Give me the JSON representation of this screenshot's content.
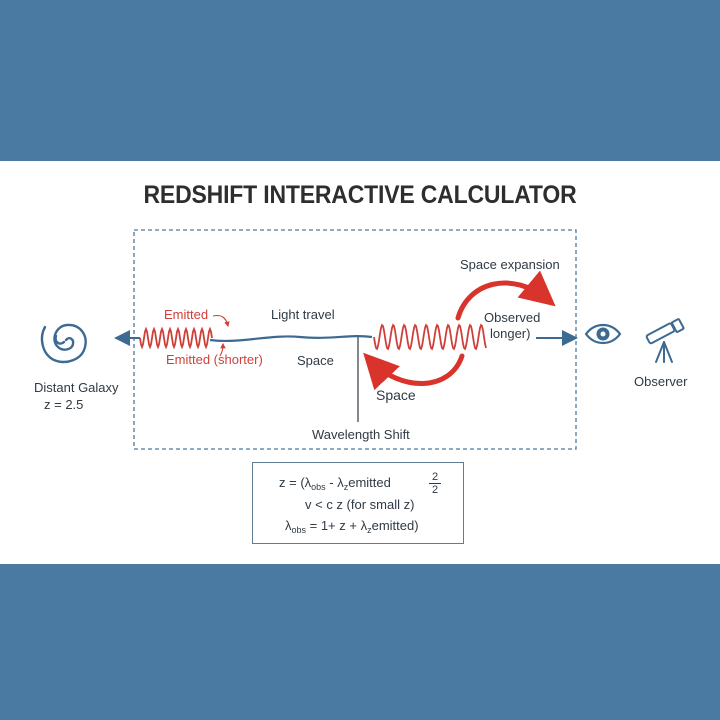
{
  "title": "REDSHIFT INTERACTIVE CALCULATOR",
  "labels": {
    "emitted": "Emitted",
    "emitted_shorter": "Emitted (shorter)",
    "light_travel": "Light travel",
    "space_mid": "Space",
    "space_lower": "Space",
    "space_expansion": "Space expansion",
    "observed": "Observed",
    "longer": "longer)",
    "wavelength_shift": "Wavelength Shift",
    "galaxy_name": "Distant Galaxy",
    "galaxy_z": "z = 2.5",
    "observer": "Observer"
  },
  "formula": {
    "line1_pre": "z = (λ",
    "line1_sub1": "obs",
    "line1_mid": " - λ",
    "line1_sub2": "z",
    "line1_post": "emitted",
    "frac_top": "2",
    "frac_bottom": "2",
    "line2": "v < c z (for small z)",
    "line3_pre": "λ",
    "line3_sub1": "obs",
    "line3_mid": " = 1+ z + λ",
    "line3_sub2": "z",
    "line3_post": "emitted)"
  },
  "icons": [
    "spiral-galaxy-icon",
    "eye-icon",
    "telescope-icon"
  ],
  "colors": {
    "background": "#4a7aa2",
    "panel": "#ffffff",
    "wave_red": "#d0403a",
    "wave_blue": "#3d6a93",
    "arrow_red": "#d9342b"
  }
}
